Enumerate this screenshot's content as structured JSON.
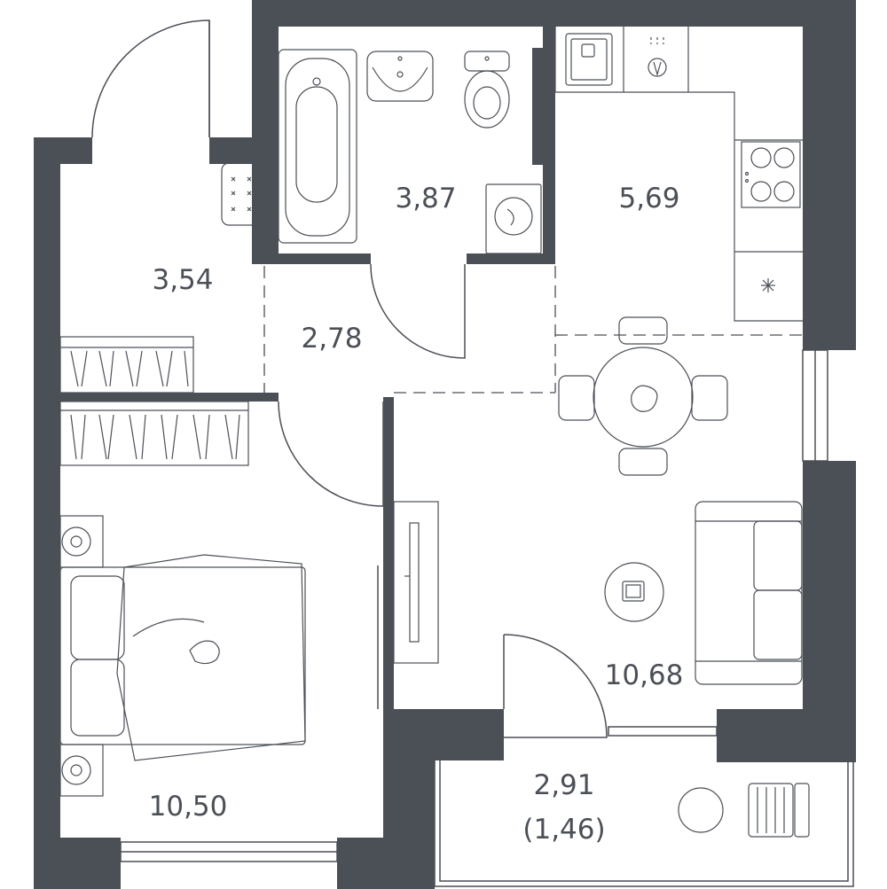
{
  "colors": {
    "wall": "#4b4f56",
    "line": "#4b4f56",
    "background": "#ffffff"
  },
  "rooms": [
    {
      "id": "hallway-entry",
      "area": "3,54"
    },
    {
      "id": "bathroom",
      "area": "3,87"
    },
    {
      "id": "kitchen",
      "area": "5,69"
    },
    {
      "id": "corridor",
      "area": "2,78"
    },
    {
      "id": "bedroom",
      "area": "10,50"
    },
    {
      "id": "living-room",
      "area": "10,68"
    },
    {
      "id": "balcony",
      "area": "2,91",
      "reduced_area": "(1,46)"
    }
  ],
  "icons": [
    "bathtub-icon",
    "sink-icon",
    "toilet-icon",
    "washing-machine-icon",
    "kitchen-sink-icon",
    "faucet-icon",
    "stove-icon",
    "fridge-icon",
    "dining-table-icon",
    "sofa-icon",
    "coffee-table-icon",
    "tv-stand-icon",
    "bed-icon",
    "nightstand-icon",
    "wardrobe-icon",
    "balcony-chair-icon",
    "balcony-table-icon",
    "shoe-rack-icon"
  ]
}
